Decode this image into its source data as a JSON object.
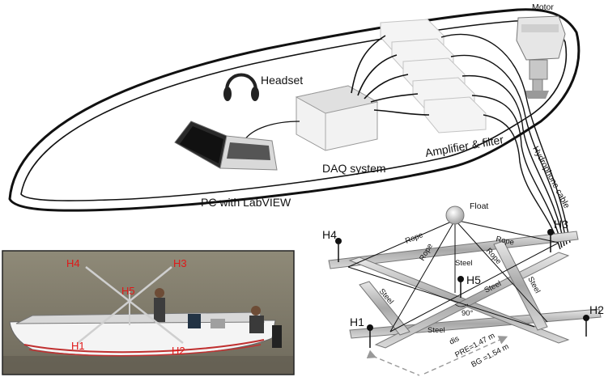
{
  "labels": {
    "motor": "Motor",
    "headset": "Headset",
    "daq": "DAQ system",
    "amplifier": "Amplifier & filter",
    "pc": "PC with LabVIEW",
    "hydrophone_cable": "Hydrophone cable",
    "float": "Float",
    "rope": "Rope",
    "steel": "Steel",
    "angle": "90°",
    "dis": "dis",
    "pre": "PRE=1.47 m",
    "bg": "BG =1.54 m"
  },
  "hydrophones": [
    "H1",
    "H2",
    "H3",
    "H4",
    "H5"
  ]
}
